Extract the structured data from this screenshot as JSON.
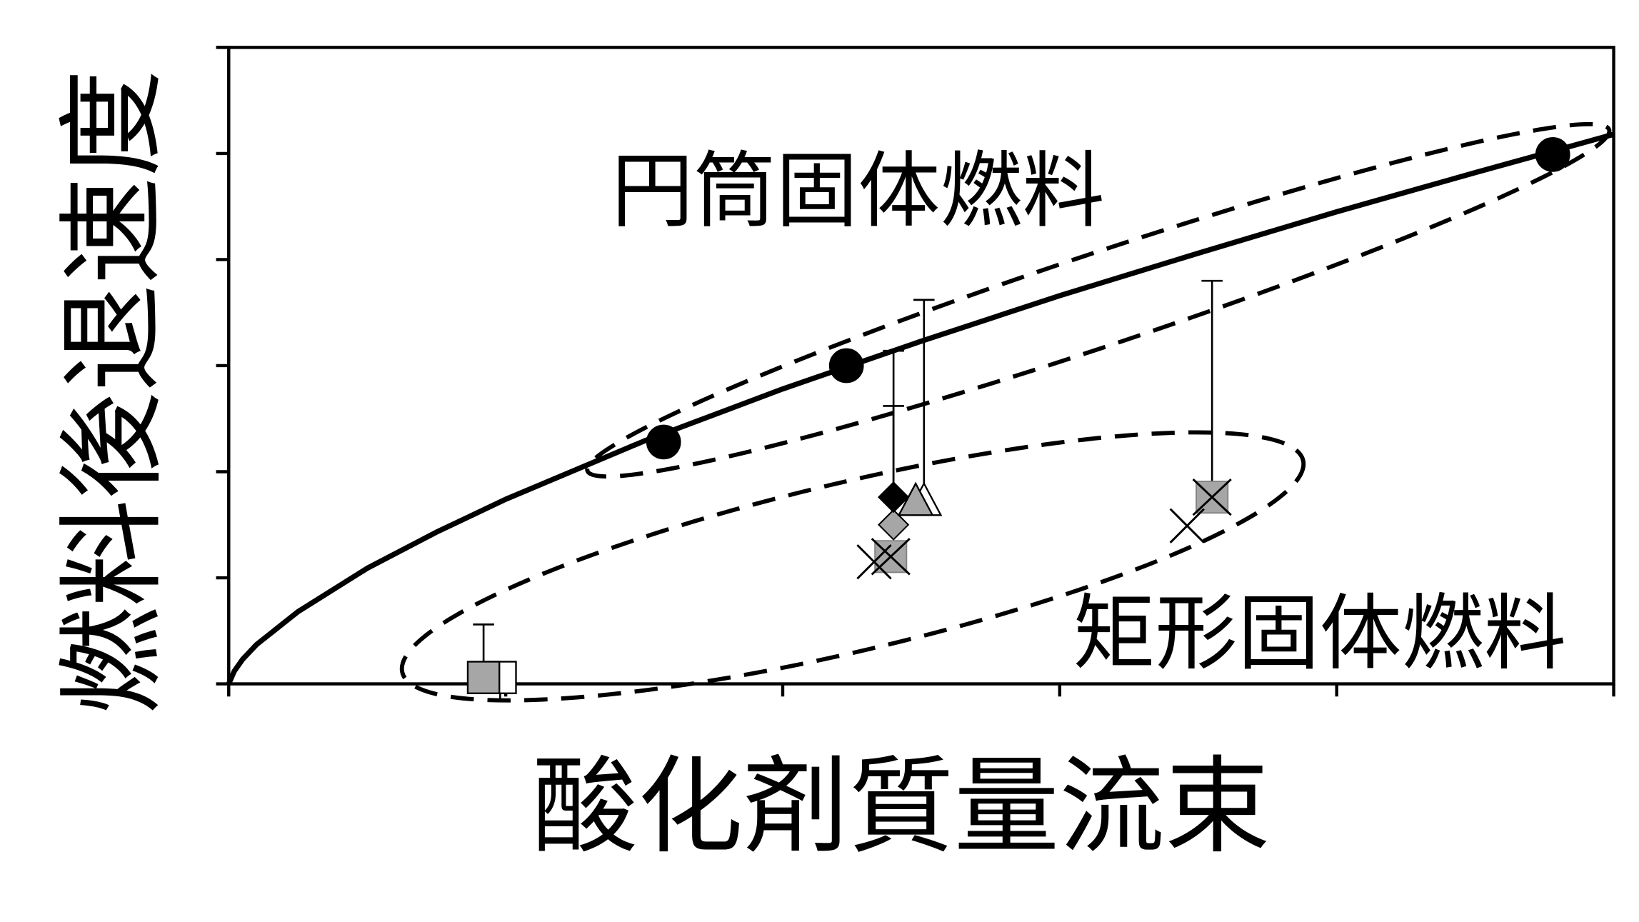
{
  "chart_data": {
    "type": "scatter",
    "xlabel": "酸化剤質量流束",
    "ylabel": "燃料後退速度",
    "xlim": [
      0,
      5
    ],
    "ylim": [
      0,
      6
    ],
    "xticks": [
      0,
      1,
      2,
      3,
      4,
      5
    ],
    "yticks": [
      0,
      1,
      2,
      3,
      4,
      5,
      6
    ],
    "tick_labels_shown": false,
    "grid": false,
    "legend": "none",
    "annotations": [
      {
        "text": "円筒固体燃料"
      },
      {
        "text": "矩形固体燃料"
      }
    ],
    "series": [
      {
        "kind": "line",
        "line_style": "solid",
        "color": "#000000",
        "points": [
          [
            0,
            0
          ],
          [
            0.02,
            0.12
          ],
          [
            0.05,
            0.23
          ],
          [
            0.1,
            0.37
          ],
          [
            0.25,
            0.68
          ],
          [
            0.5,
            1.09
          ],
          [
            0.75,
            1.43
          ],
          [
            1.0,
            1.74
          ],
          [
            1.5,
            2.29
          ],
          [
            2.0,
            2.78
          ],
          [
            2.5,
            3.23
          ],
          [
            3.0,
            3.66
          ],
          [
            3.5,
            4.06
          ],
          [
            4.0,
            4.45
          ],
          [
            4.5,
            4.82
          ],
          [
            5.0,
            5.18
          ]
        ]
      },
      {
        "kind": "scatter",
        "marker": "circle",
        "fill": "#000000",
        "points": [
          {
            "x": 1.57,
            "y": 2.28
          },
          {
            "x": 2.23,
            "y": 3.0
          },
          {
            "x": 4.78,
            "y": 4.99
          }
        ]
      },
      {
        "kind": "scatter",
        "marker": "square",
        "fill": "#ffffff",
        "points": [
          {
            "x": 0.98,
            "y": 0.06,
            "err_down": 0.22
          }
        ]
      },
      {
        "kind": "scatter",
        "marker": "square",
        "fill": "#a6a6a6",
        "points": [
          {
            "x": 0.92,
            "y": 0.06,
            "err_up": 0.5
          }
        ]
      },
      {
        "kind": "scatter",
        "marker": "diamond",
        "fill": "#a6a6a6",
        "points": [
          {
            "x": 2.4,
            "y": 1.5,
            "err_up": 1.64
          }
        ]
      },
      {
        "kind": "scatter",
        "marker": "diamond",
        "fill": "#000000",
        "points": [
          {
            "x": 2.4,
            "y": 1.76,
            "err_up": 0.86
          }
        ]
      },
      {
        "kind": "scatter",
        "marker": "triangle",
        "fill": "#ffffff",
        "points": [
          {
            "x": 2.51,
            "y": 1.72,
            "err_up": 1.9
          }
        ]
      },
      {
        "kind": "scatter",
        "marker": "triangle",
        "fill": "#a6a6a6",
        "points": [
          {
            "x": 2.48,
            "y": 1.72
          }
        ]
      },
      {
        "kind": "scatter",
        "marker": "square-x",
        "fill": "#a6a6a6",
        "points": [
          {
            "x": 2.39,
            "y": 1.2
          },
          {
            "x": 3.55,
            "y": 1.76,
            "err_up": 2.04
          }
        ]
      },
      {
        "kind": "scatter",
        "marker": "x",
        "fill": "#000000",
        "points": [
          {
            "x": 2.33,
            "y": 1.15
          },
          {
            "x": 3.46,
            "y": 1.49
          }
        ]
      }
    ]
  }
}
